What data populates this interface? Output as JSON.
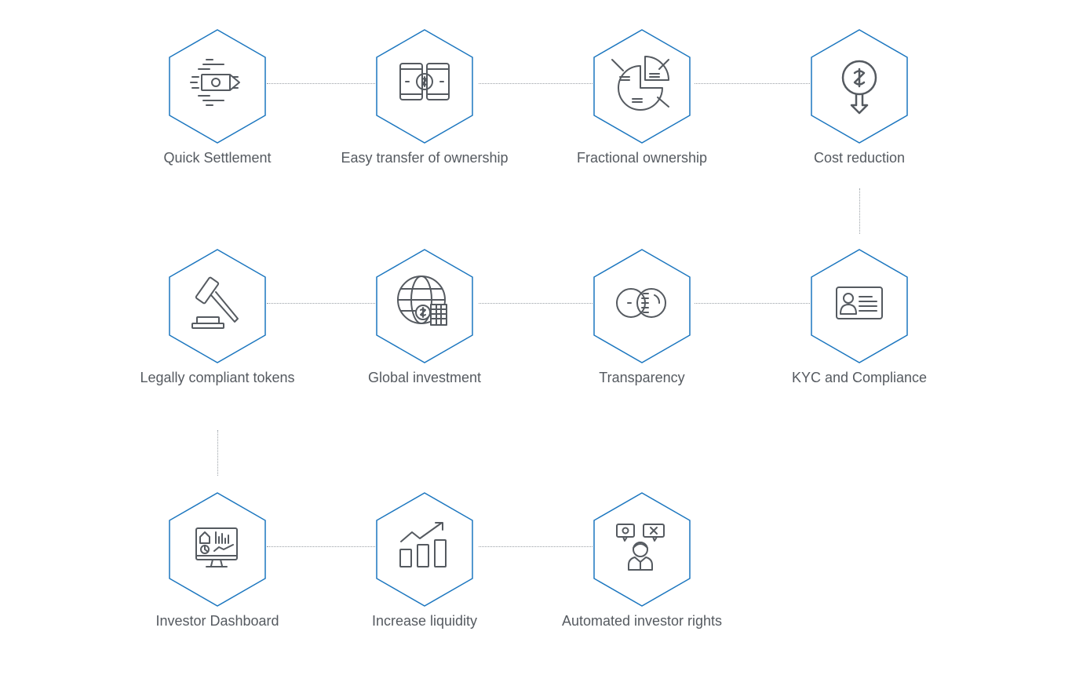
{
  "colors": {
    "hex_stroke": "#1b76bf",
    "icon": "#555a60",
    "label": "#555a60",
    "connector": "#9aa0a6"
  },
  "nodes": [
    {
      "label": "Quick Settlement",
      "icon": "money-speed-icon"
    },
    {
      "label": "Easy transfer of ownership",
      "icon": "phone-transfer-icon"
    },
    {
      "label": "Fractional ownership",
      "icon": "pie-chart-icon"
    },
    {
      "label": "Cost reduction",
      "icon": "dollar-down-icon"
    },
    {
      "label": "Legally compliant tokens",
      "icon": "gavel-icon"
    },
    {
      "label": "Global investment",
      "icon": "globe-dollar-icon"
    },
    {
      "label": "Transparency",
      "icon": "overlap-circles-icon"
    },
    {
      "label": "KYC and Compliance",
      "icon": "id-card-icon"
    },
    {
      "label": "Investor Dashboard",
      "icon": "monitor-dashboard-icon"
    },
    {
      "label": "Increase liquidity",
      "icon": "bar-growth-icon"
    },
    {
      "label": "Automated investor rights",
      "icon": "person-chat-icon"
    }
  ]
}
